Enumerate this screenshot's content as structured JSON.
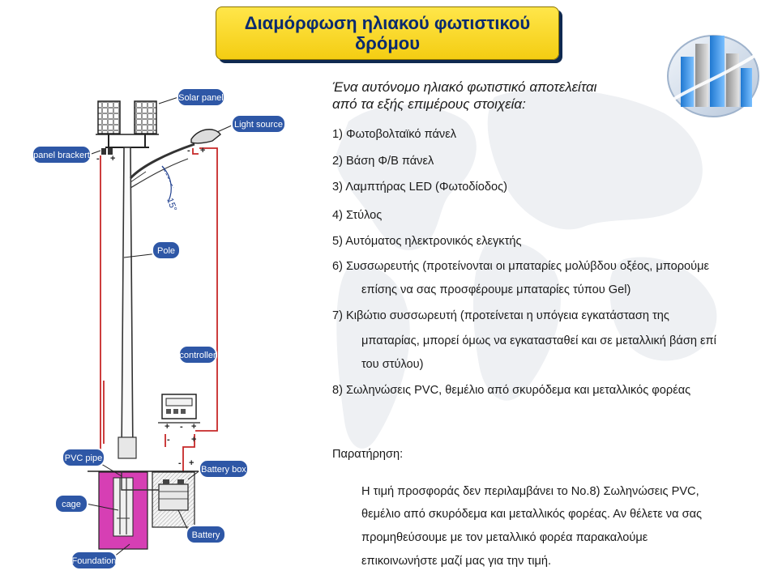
{
  "title": {
    "line1": "Διαμόρφωση ηλιακού φωτιστικού",
    "line2": "δρόμου"
  },
  "intro": {
    "line1": "Ένα αυτόνομο ηλιακό φωτιστικό αποτελείται",
    "line2": "από τα εξής επιμέρους στοιχεία:"
  },
  "items": {
    "i1": "1) Φωτοβολταϊκό πάνελ",
    "i2": "2) Βάση Φ/Β πάνελ",
    "i3": "3) Λαμπτήρας LED (Φωτοδίοδος)",
    "i4": "4) Στύλος",
    "i5": "5) Αυτόματος ηλεκτρονικός ελεγκτής",
    "i6a": "6) Συσσωρευτής (προτείνονται οι μπαταρίες μολύβδου οξέος, μπορούμε",
    "i6b": "επίσης να σας προσφέρουμε μπαταρίες τύπου Gel)",
    "i7a": "7) Κιβώτιο συσσωρευτή (προτείνεται η υπόγεια εγκατάσταση της",
    "i7b": "μπαταρίας, μπορεί όμως να εγκατασταθεί και σε μεταλλική βάση επί",
    "i7c": "του στύλου)",
    "i8": "8) Σωληνώσεις PVC, θεμέλιο από σκυρόδεμα και μεταλλικός φορέας"
  },
  "note": {
    "title": "Παρατήρηση:",
    "line1": "Η τιμή προσφοράς δεν περιλαμβάνει το No.8) Σωληνώσεις PVC,",
    "line2": "θεμέλιο από σκυρόδεμα και μεταλλικός φορέας. Αν θέλετε να σας",
    "line3": "προμηθεύσουμε με τον μεταλλικό φορέα παρακαλούμε",
    "line4": "επικοινωνήστε μαζί μας για την τιμή."
  },
  "diagram": {
    "solar_panel": "Solar panel",
    "light_source": "Light source",
    "panel_bracket": "panel brackert",
    "pole": "Pole",
    "controller": "controller",
    "pvc_pipe": "PVC pipe",
    "battery_box": "Battery box",
    "cage": "cage",
    "battery": "Battery",
    "foundation": "Foundation",
    "angle": "15°",
    "plus": "+",
    "minus": "-"
  },
  "colors": {
    "title_bg": "#f4d21f",
    "title_text": "#0a2a6e",
    "title_shadow": "#0f2950",
    "callout_fill": "#2e57a6",
    "wire": "#c62828",
    "concrete": "#d63fb4"
  }
}
